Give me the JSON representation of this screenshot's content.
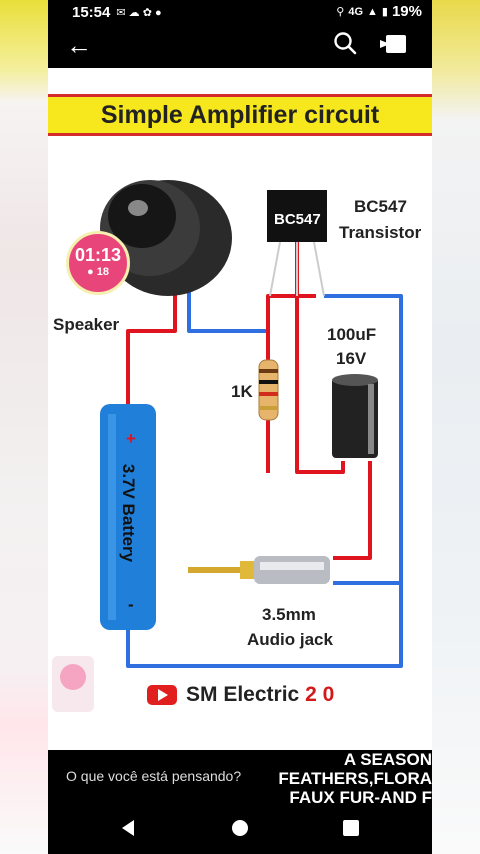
{
  "status_bar": {
    "time": "15:54",
    "signal": "4G",
    "battery": "19%"
  },
  "app_bar": {
    "back_icon": "back-arrow-icon",
    "search_icon": "search-icon",
    "cast_icon": "cast-icon"
  },
  "diagram": {
    "title": "Simple Amplifier circuit",
    "transistor_part": "BC547",
    "transistor_name": "BC547",
    "transistor_sub": "Transistor",
    "capacitor_value": "100uF",
    "capacitor_voltage": "16V",
    "resistor_value": "1K",
    "speaker_label": "Speaker",
    "battery_label": "3.7V Battery",
    "battery_plus": "+",
    "battery_minus": "-",
    "jack_line1": "3.5mm",
    "jack_line2": "Audio jack",
    "channel_name": "SM Electric",
    "channel_suffix": "2 0"
  },
  "timer": {
    "time": "01:13",
    "coins": "18"
  },
  "bottom": {
    "input_placeholder": "O que você está pensando?",
    "ad_line1": "A SEASON",
    "ad_line2": "FEATHERS,FLORA",
    "ad_line3": "FAUX FUR-AND F"
  },
  "nav": {
    "back": "nav-back-icon",
    "home": "nav-home-icon",
    "recents": "nav-recents-icon"
  },
  "colors": {
    "wire_red": "#e0141e",
    "wire_blue": "#2f6fe0",
    "banner_yellow": "#f6e81d",
    "banner_red": "#d42b2b"
  }
}
